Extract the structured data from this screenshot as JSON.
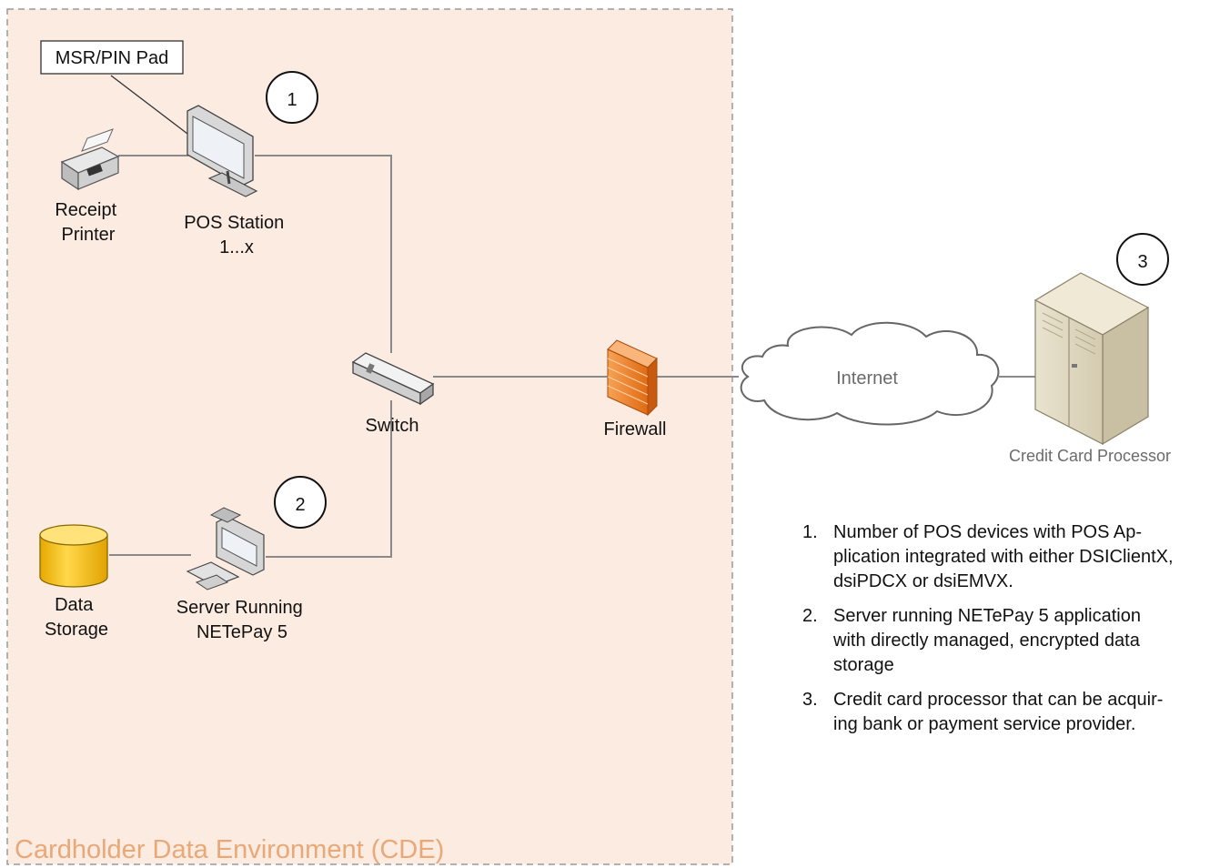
{
  "diagram": {
    "cde_label": "Cardholder Data Environment (CDE)",
    "msr_label": "MSR/PIN Pad",
    "nodes": {
      "receipt_printer": [
        "Receipt",
        "Printer"
      ],
      "pos_station": [
        "POS Station",
        "1...x"
      ],
      "switch": "Switch",
      "firewall": "Firewall",
      "internet": "Internet",
      "data_storage": [
        "Data",
        "Storage"
      ],
      "server": [
        "Server Running",
        "NETePay 5"
      ],
      "processor": "Credit Card Processor"
    },
    "badges": [
      "1",
      "2",
      "3"
    ]
  },
  "notes": [
    {
      "num": "1.",
      "lines": [
        "Number of POS devices with POS Ap-",
        "plication integrated with either DSIClientX,",
        "dsiPDCX or dsiEMVX."
      ]
    },
    {
      "num": "2.",
      "lines": [
        "Server running NETePay 5 application",
        "with directly managed, encrypted data",
        "storage"
      ]
    },
    {
      "num": "3.",
      "lines": [
        "Credit card processor that can be acquir-",
        "ing bank or payment service provider."
      ]
    }
  ],
  "colors": {
    "cde_fill": "#fcebe1",
    "cde_border": "#9a9a9a",
    "cde_text": "#e8a878",
    "firewall": "#f07a26",
    "storage": "#f3c21a",
    "line": "#8a8a8a"
  }
}
